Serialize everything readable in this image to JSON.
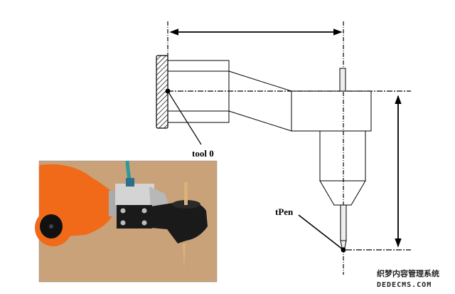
{
  "diagram": {
    "title": "Robot tool frame definition: tool0 to tPen",
    "labels": {
      "tool0": "tool 0",
      "tpen": "tPen"
    },
    "photo": {
      "description": "Orange robot arm wrist with black pen-holder tool and wooden pen",
      "colors": {
        "robot_orange": "#f06a1a",
        "background_tan": "#c9a27a",
        "tool_black": "#1a1a1a",
        "bracket_silver": "#c8c8c8",
        "cable_teal": "#2a9a9a",
        "pen_wood": "#d9b27a"
      }
    },
    "watermark": {
      "line1": "织梦内容管理系统",
      "line2": "DEDECMS.COM"
    },
    "colors": {
      "line": "#000000",
      "background": "#ffffff"
    }
  }
}
